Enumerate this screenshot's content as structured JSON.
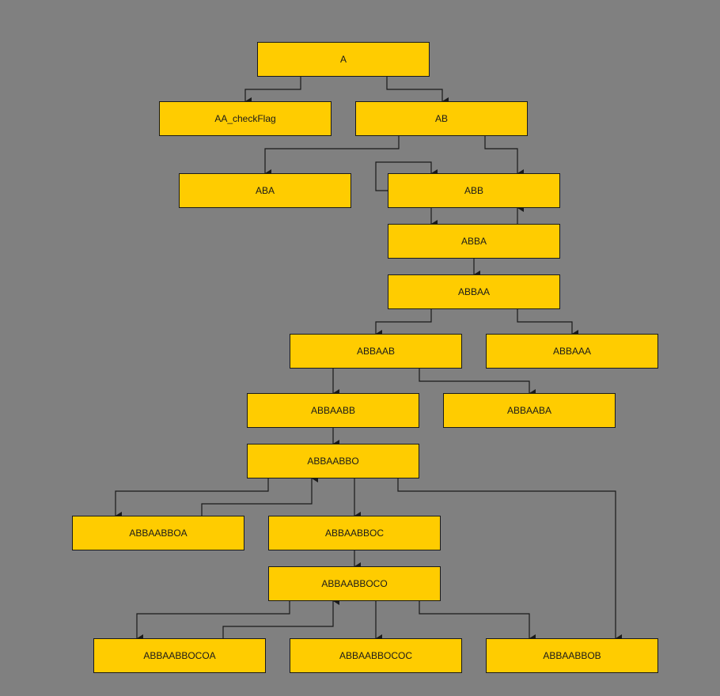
{
  "colors": {
    "background": "#808080",
    "node_fill": "#FFCC00",
    "node_border": "#1a1a1a",
    "edge": "#1a1a1a"
  },
  "nodes": {
    "A": "A",
    "AA_checkFlag": "AA_checkFlag",
    "AB": "AB",
    "ABA": "ABA",
    "ABB": "ABB",
    "ABBA": "ABBA",
    "ABBAA": "ABBAA",
    "ABBAAB": "ABBAAB",
    "ABBAAA": "ABBAAA",
    "ABBAABB": "ABBAABB",
    "ABBAABA": "ABBAABA",
    "ABBAABBO": "ABBAABBO",
    "ABBAABBOA": "ABBAABBOA",
    "ABBAABBOC": "ABBAABBOC",
    "ABBAABBOCO": "ABBAABBOCO",
    "ABBAABBOCOA": "ABBAABBOCOA",
    "ABBAABBOCOC": "ABBAABBOCOC",
    "ABBAABBOB": "ABBAABBOB"
  }
}
